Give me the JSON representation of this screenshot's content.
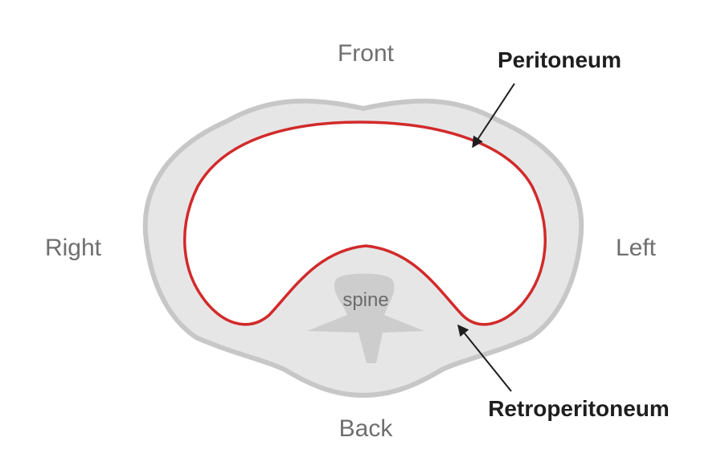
{
  "diagram": {
    "labels": {
      "front": "Front",
      "back": "Back",
      "right": "Right",
      "left": "Left",
      "spine": "spine",
      "peritoneum": "Peritoneum",
      "retroperitoneum": "Retroperitoneum"
    },
    "colors": {
      "body_fill": "#e6e6e7",
      "body_outline": "#c7c7c8",
      "peritoneum_line": "#d22a2a",
      "cavity_fill": "#ffffff",
      "spine_fill": "#cdcdce",
      "orientation_text": "#6f6f6f",
      "callout_text": "#1e1e1e",
      "spine_text": "#6b6b6b",
      "arrow": "#1e1e1e"
    }
  }
}
